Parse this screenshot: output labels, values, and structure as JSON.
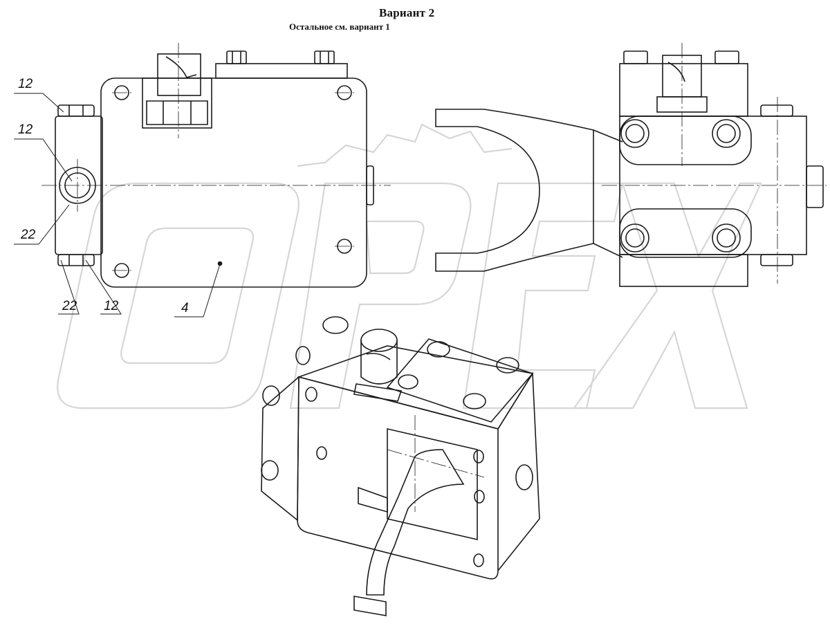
{
  "title": "Вариант 2",
  "subtitle": "Остальное см. вариант 1",
  "watermark": "OPEX",
  "callouts": {
    "c12_top": "12",
    "c12_mid": "12",
    "c22_mid": "22",
    "c22_bottom": "22",
    "c12_bottom": "12",
    "c4": "4"
  },
  "colors": {
    "line": "#1a1a1a",
    "watermark": "#d9d9d9",
    "background": "#ffffff"
  }
}
